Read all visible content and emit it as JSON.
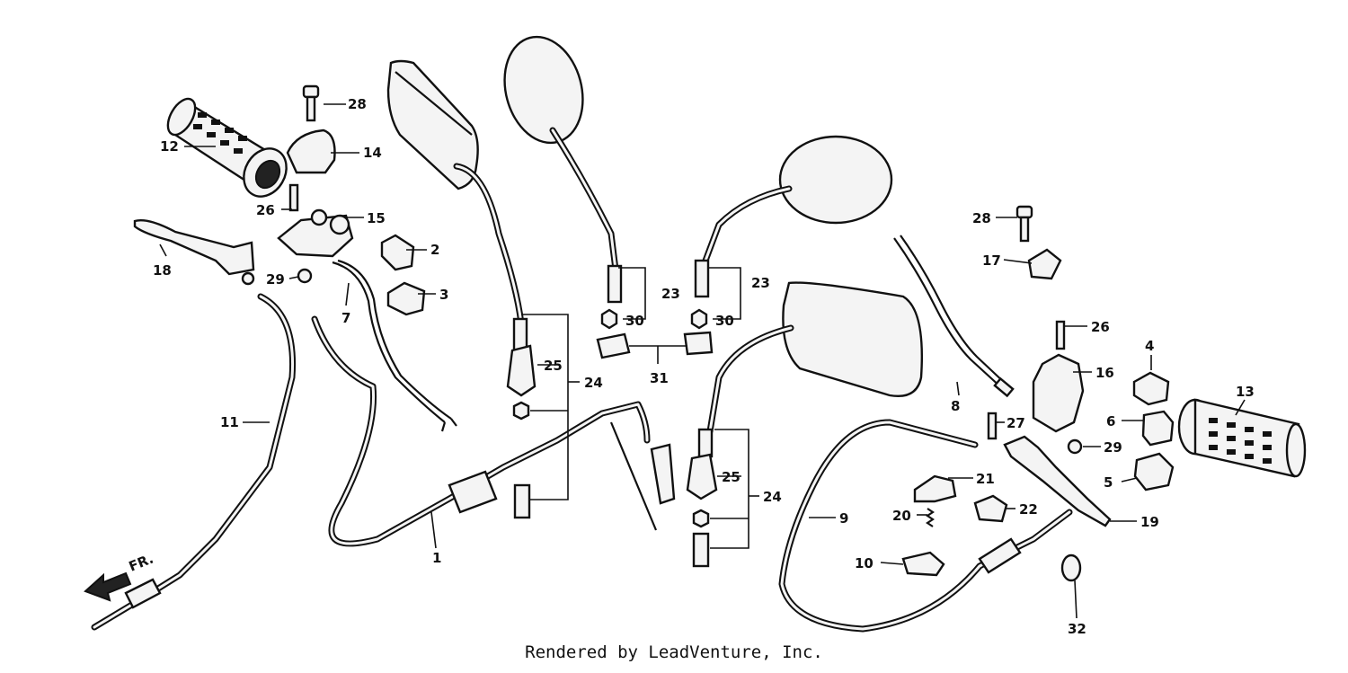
{
  "credit": "Rendered by LeadVenture, Inc.",
  "direction_label": "FR.",
  "callouts": {
    "c1": "1",
    "c2": "2",
    "c3": "3",
    "c4": "4",
    "c5": "5",
    "c6": "6",
    "c7": "7",
    "c8": "8",
    "c9": "9",
    "c10": "10",
    "c11": "11",
    "c12": "12",
    "c13": "13",
    "c14": "14",
    "c15": "15",
    "c16": "16",
    "c17": "17",
    "c18": "18",
    "c19": "19",
    "c20": "20",
    "c21": "21",
    "c22": "22",
    "c23a": "23",
    "c23b": "23",
    "c24a": "24",
    "c24b": "24",
    "c25a": "25",
    "c25b": "25",
    "c26a": "26",
    "c26b": "26",
    "c27": "27",
    "c28a": "28",
    "c28b": "28",
    "c29a": "29",
    "c29b": "29",
    "c30a": "30",
    "c30b": "30",
    "c31": "31",
    "c32": "32"
  }
}
